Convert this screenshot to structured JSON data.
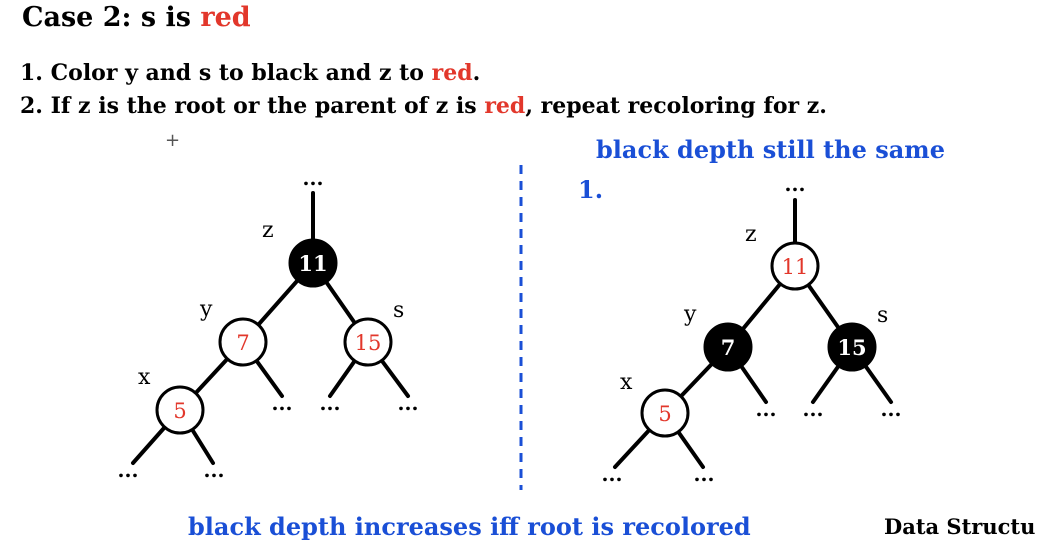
{
  "header": {
    "case_label": "Case 2: s is",
    "case_color_word": "red"
  },
  "steps": [
    {
      "number": "1.",
      "pre": "Color y and s to black and z to",
      "red_word": "red",
      "post": "."
    },
    {
      "number": "2.",
      "pre": "If z is the root or the parent of z is",
      "red_word": "red",
      "post": ", repeat recoloring for z."
    }
  ],
  "notes": {
    "top": "black depth still the same",
    "bottom": "black depth increases iff root is recolored",
    "panel_right_label": "1."
  },
  "footer": "Data Structu",
  "colors": {
    "red": "#e2372b",
    "blue": "#1a4fd6",
    "black_node": "#000000",
    "white_node": "#ffffff"
  },
  "trees": {
    "left": {
      "top_ellipsis": "...",
      "nodes": [
        {
          "id": "z",
          "label": "z",
          "value": "11",
          "fill": "black"
        },
        {
          "id": "y",
          "label": "y",
          "value": "7",
          "fill": "white"
        },
        {
          "id": "s",
          "label": "s",
          "value": "15",
          "fill": "white"
        },
        {
          "id": "x",
          "label": "x",
          "value": "5",
          "fill": "white"
        }
      ],
      "ellipses": [
        "...",
        "...",
        "...",
        "...",
        "..."
      ]
    },
    "right": {
      "top_ellipsis": "...",
      "nodes": [
        {
          "id": "z",
          "label": "z",
          "value": "11",
          "fill": "white"
        },
        {
          "id": "y",
          "label": "y",
          "value": "7",
          "fill": "black"
        },
        {
          "id": "s",
          "label": "s",
          "value": "15",
          "fill": "black"
        },
        {
          "id": "x",
          "label": "x",
          "value": "5",
          "fill": "white"
        }
      ],
      "ellipses": [
        "...",
        "...",
        "...",
        "...",
        "..."
      ]
    }
  }
}
